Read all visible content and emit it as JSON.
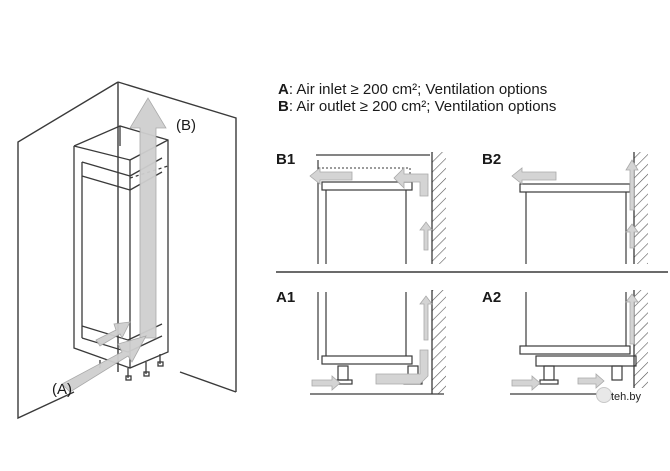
{
  "legend": {
    "a_key": "A",
    "a_text": ": Air inlet ≥ 200 cm²; Ventilation options",
    "b_key": "B",
    "b_text": ": Air outlet ≥ 200 cm²; Ventilation options"
  },
  "callouts": {
    "top": "(B)",
    "bottom": "(A)"
  },
  "panels": {
    "b1": "B1",
    "b2": "B2",
    "a1": "A1",
    "a2": "A2"
  },
  "watermark": "teh.by",
  "colors": {
    "line": "#3a3a3a",
    "arrow": "#c9c9c9",
    "arrow_edge": "#a9a9a9",
    "wall_hatch": "#555555"
  }
}
